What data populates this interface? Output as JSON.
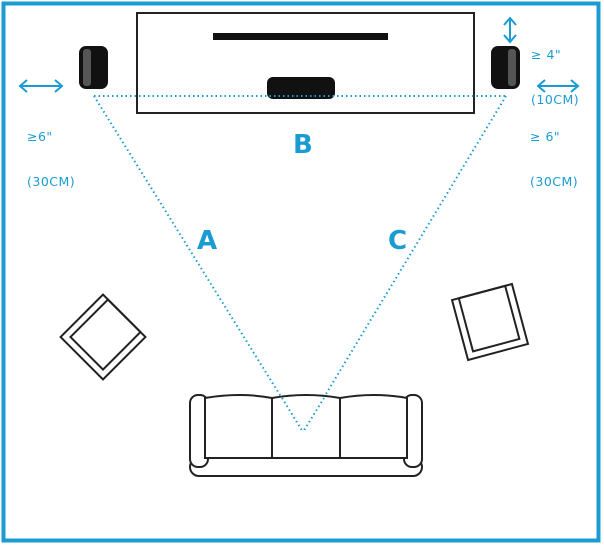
{
  "diagram": {
    "labels": {
      "a": "A",
      "b": "B",
      "c": "C"
    },
    "clearances": {
      "left_side": {
        "line1": "≥6\"",
        "line2": "(30CM)"
      },
      "right_side": {
        "line1": "≥ 6\"",
        "line2": "(30CM)"
      },
      "top_right": {
        "line1": "≥ 4\"",
        "line2": "(10CM)"
      }
    },
    "colors": {
      "accent": "#1a9cd3",
      "outline": "#222222",
      "speaker": "#111111"
    }
  }
}
